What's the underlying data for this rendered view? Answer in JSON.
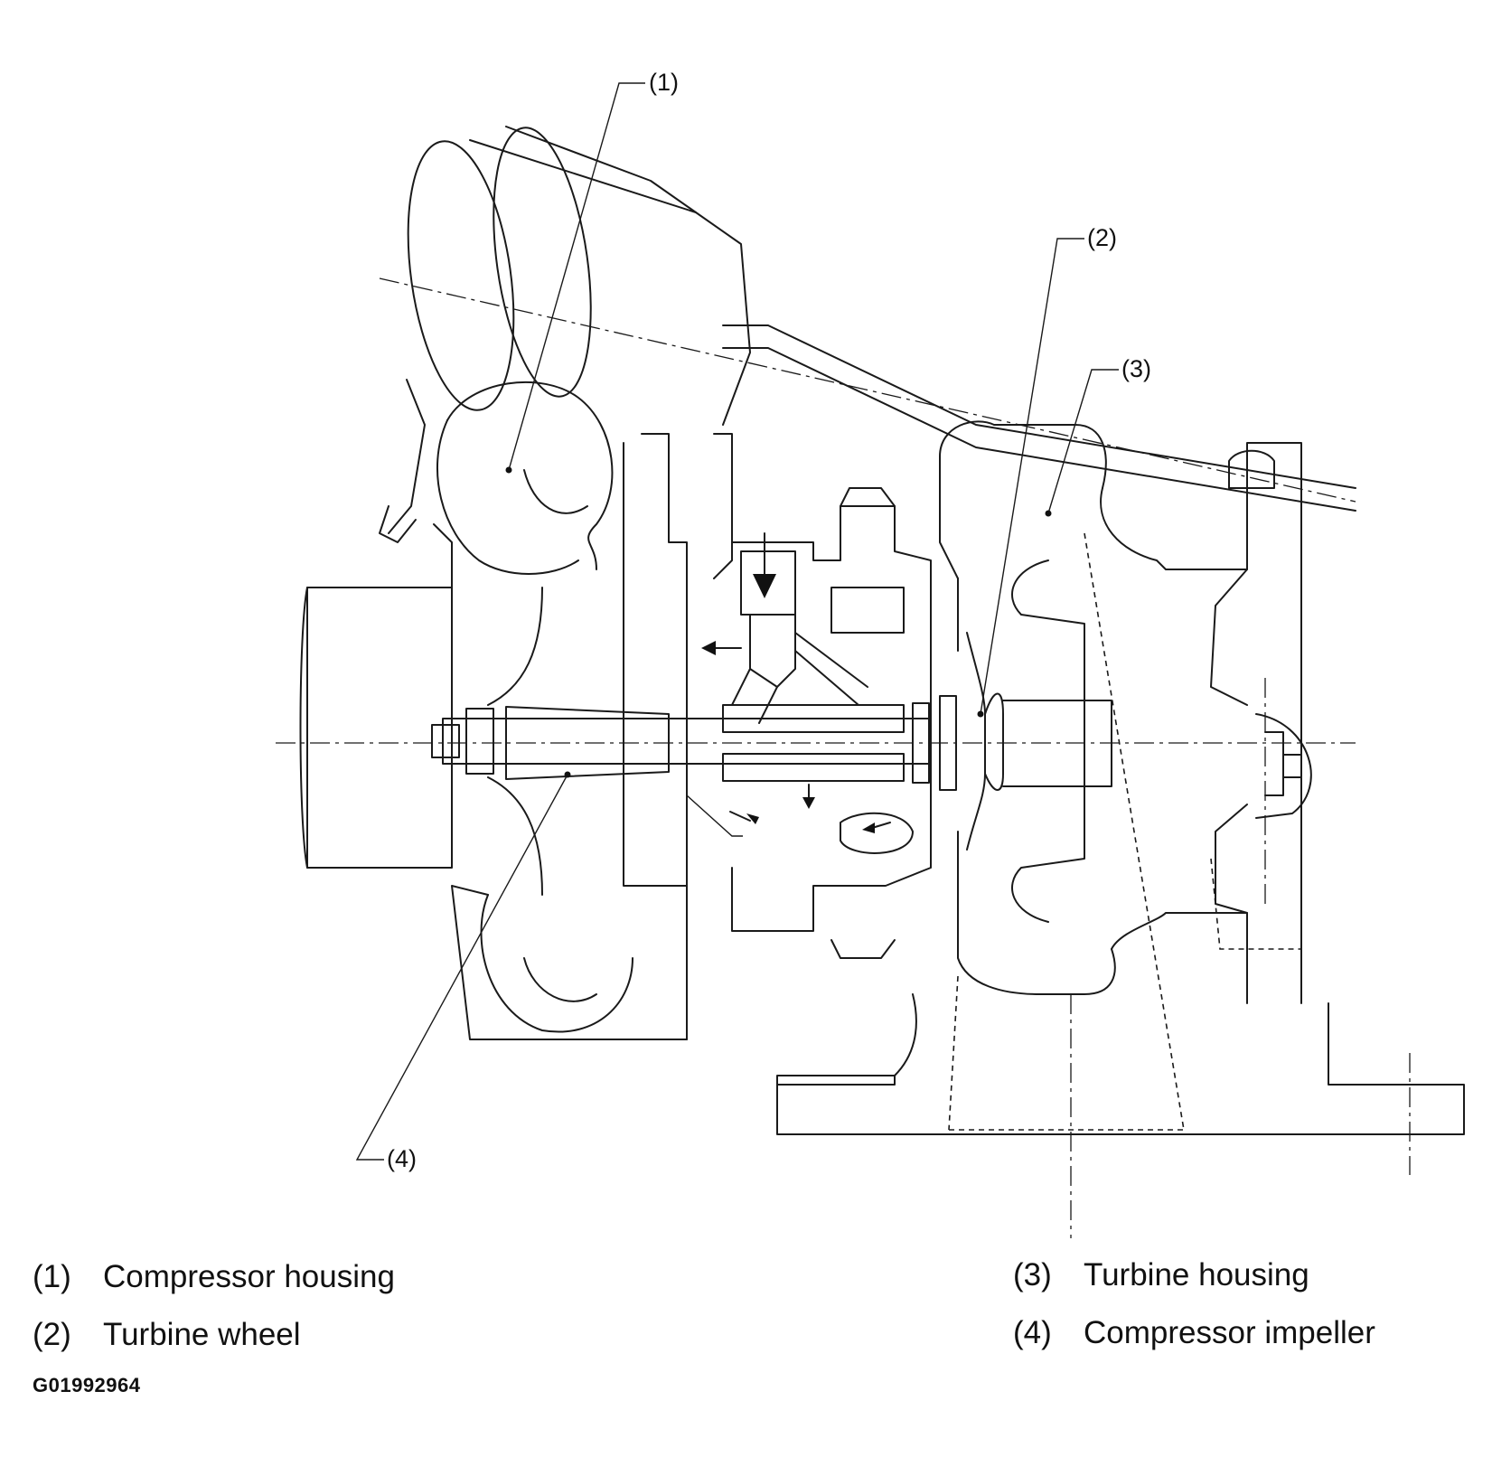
{
  "callouts": [
    {
      "id": "1",
      "label": "(1)"
    },
    {
      "id": "2",
      "label": "(2)"
    },
    {
      "id": "3",
      "label": "(3)"
    },
    {
      "id": "4",
      "label": "(4)"
    }
  ],
  "legend": [
    {
      "num": "(1)",
      "text": "Compressor housing"
    },
    {
      "num": "(2)",
      "text": "Turbine wheel"
    },
    {
      "num": "(3)",
      "text": "Turbine housing"
    },
    {
      "num": "(4)",
      "text": "Compressor impeller"
    }
  ],
  "figure_id": "G01992964"
}
